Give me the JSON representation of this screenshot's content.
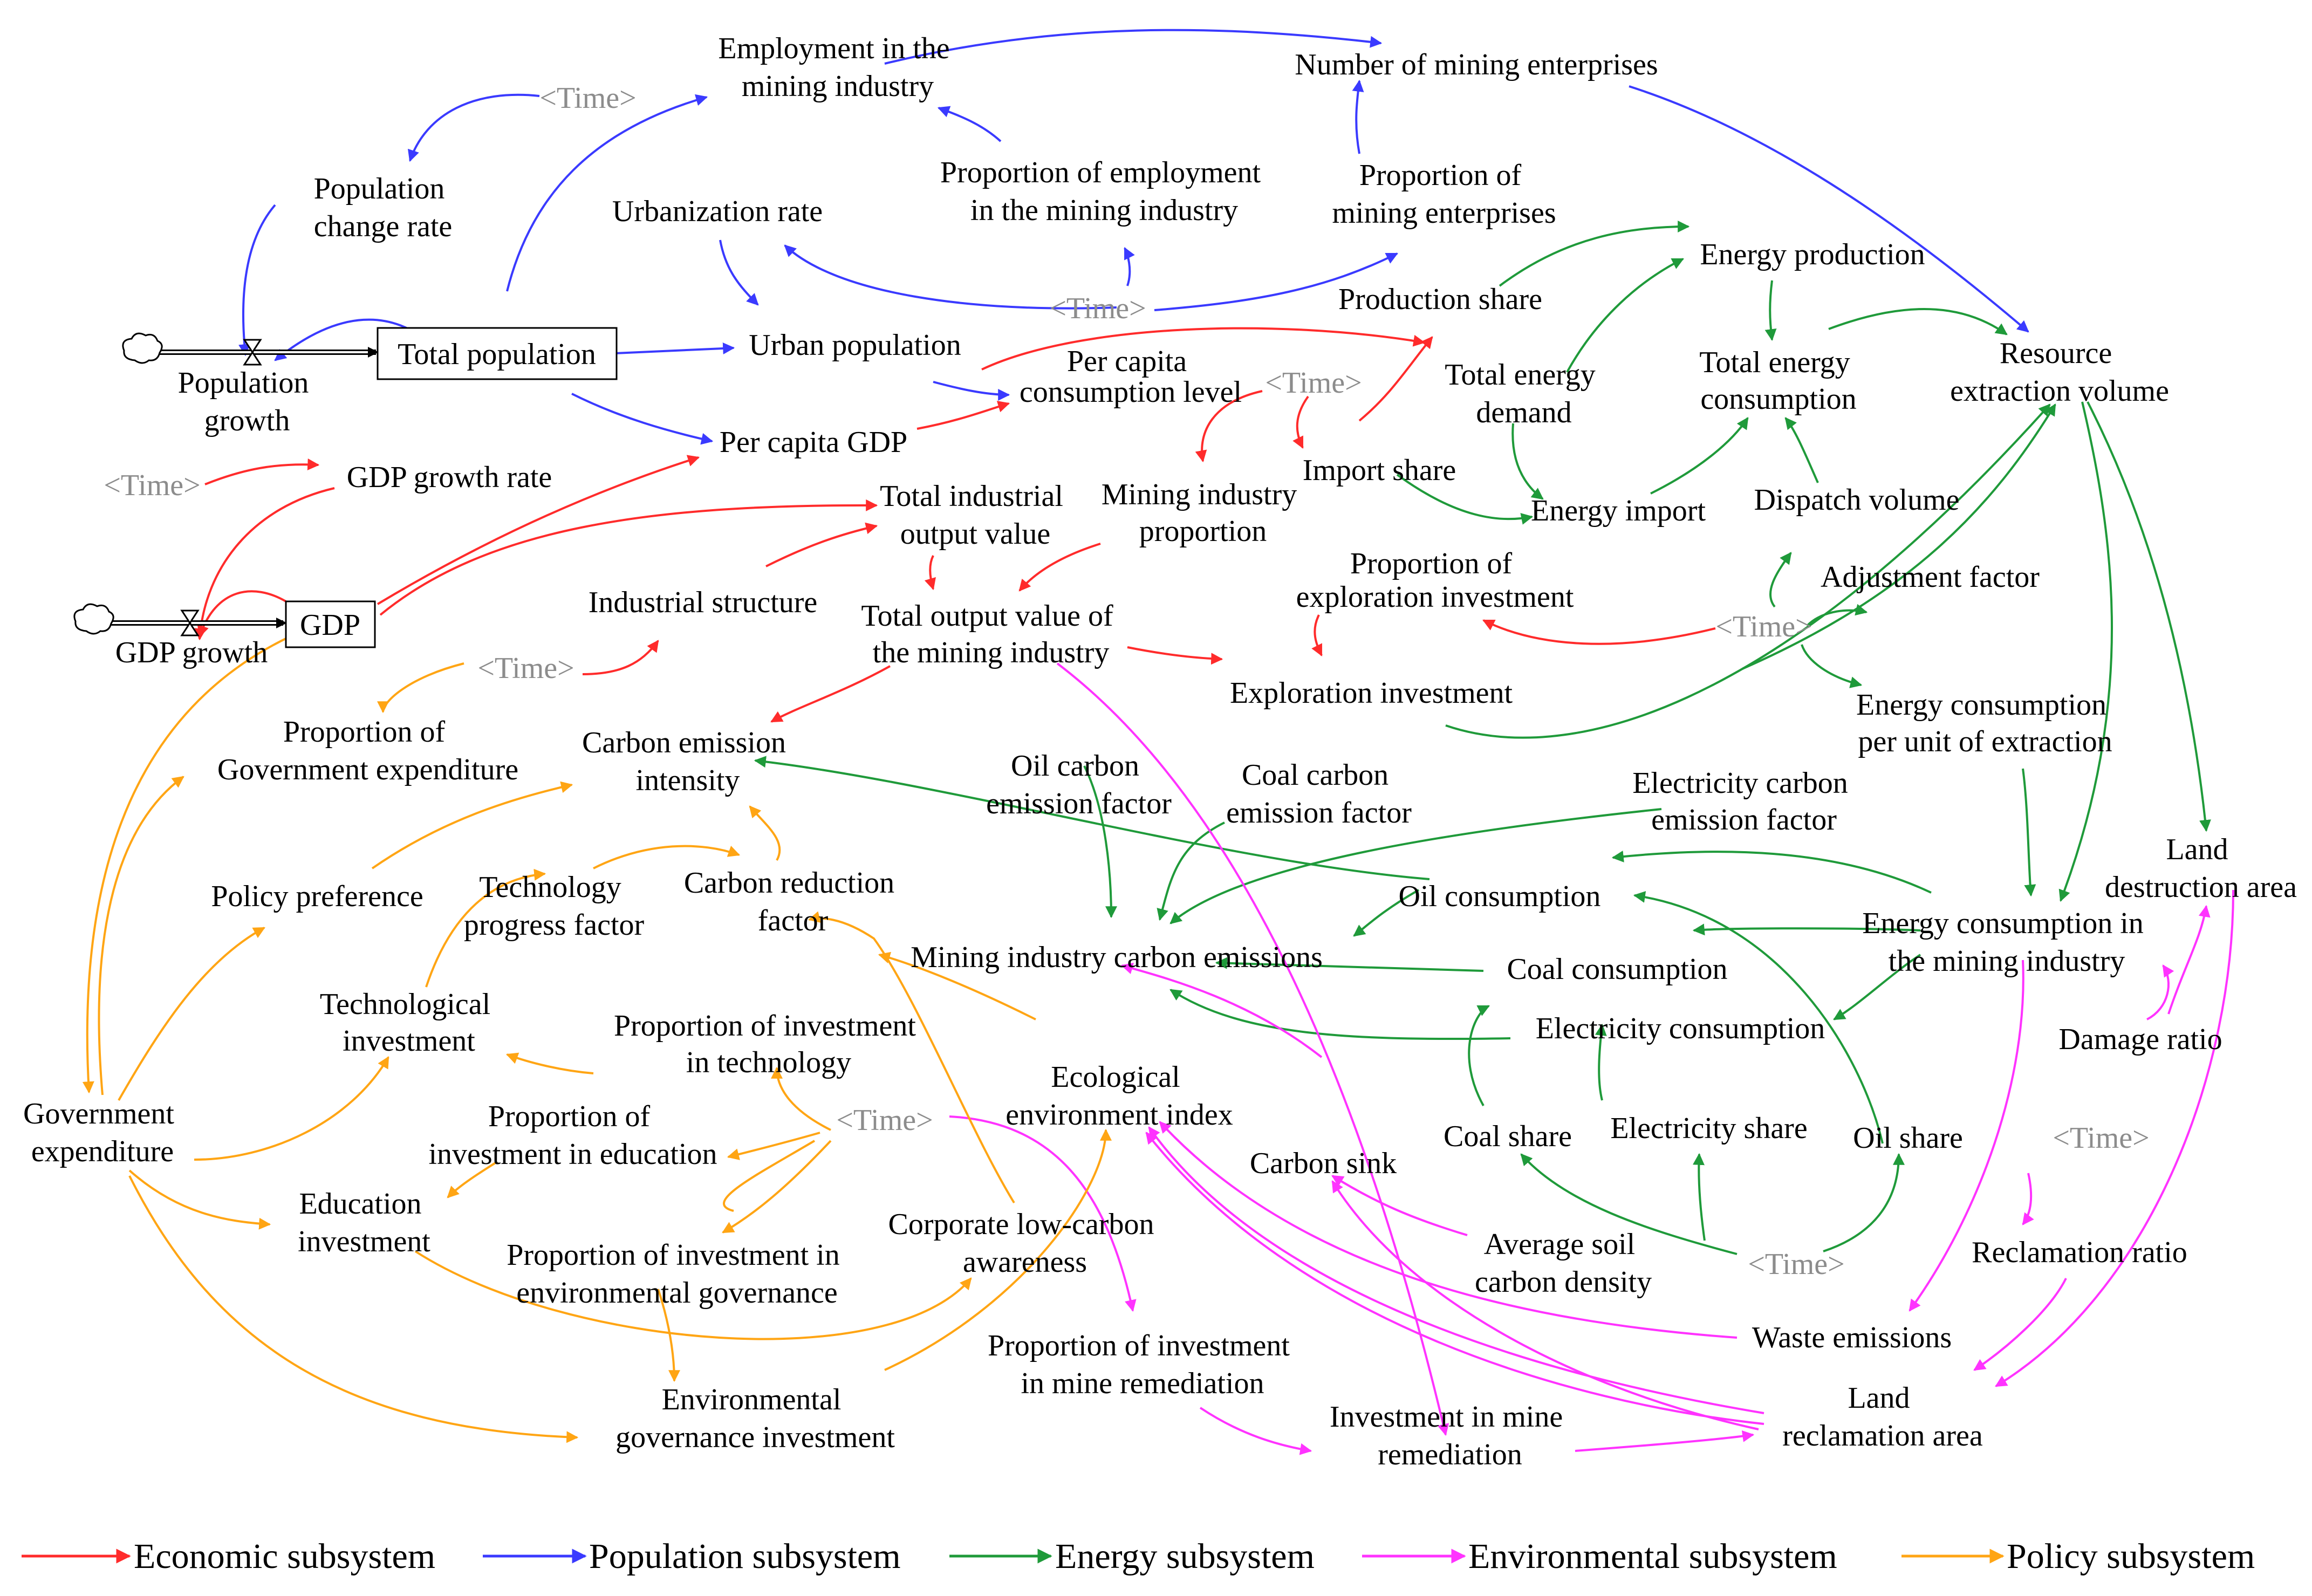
{
  "colors": {
    "economic": "#ff2b2b",
    "population": "#3a3aff",
    "energy": "#1f9a3a",
    "environmental": "#ff33ff",
    "policy": "#ffa514",
    "time_label": "#8c8c8c"
  },
  "stocks": {
    "total_population": "Total population",
    "gdp": "GDP"
  },
  "flows": {
    "population_growth": [
      "Population",
      "growth"
    ],
    "gdp_growth": "GDP growth"
  },
  "time_label": "<Time>",
  "variables": {
    "employment_mining": [
      "Employment in the",
      "mining industry"
    ],
    "number_mining_enterprises": "Number of mining enterprises",
    "population_change_rate": [
      "Population",
      "change rate"
    ],
    "urbanization_rate": "Urbanization rate",
    "prop_employment_mining": [
      "Proportion of employment",
      "in the mining industry"
    ],
    "prop_mining_enterprises": [
      "Proportion of",
      "mining enterprises"
    ],
    "energy_production": "Energy production",
    "production_share": "Production share",
    "urban_population": "Urban population",
    "per_capita_consumption": [
      "Per capita",
      "consumption level"
    ],
    "total_energy_demand": [
      "Total energy",
      "demand"
    ],
    "total_energy_consumption": [
      "Total energy",
      "consumption"
    ],
    "resource_extraction": [
      "Resource",
      "extraction volume"
    ],
    "per_capita_gdp": "Per capita GDP",
    "gdp_growth_rate": "GDP growth rate",
    "import_share": "Import share",
    "mining_industry_proportion": [
      "Mining industry",
      "proportion"
    ],
    "energy_import": "Energy import",
    "dispatch_volume": "Dispatch volume",
    "total_industrial_output": [
      "Total industrial",
      "output value"
    ],
    "prop_exploration_investment": [
      "Proportion of",
      "exploration investment"
    ],
    "adjustment_factor": "Adjustment factor",
    "industrial_structure": "Industrial structure",
    "total_output_mining": [
      "Total output value of",
      "the mining industry"
    ],
    "exploration_investment": "Exploration investment",
    "energy_consumption_per_unit": [
      "Energy consumption",
      "per unit of extraction"
    ],
    "prop_government_expenditure": [
      "Proportion of",
      "Government expenditure"
    ],
    "carbon_emission_intensity": [
      "Carbon emission",
      "intensity"
    ],
    "oil_carbon_factor": [
      "Oil carbon",
      "emission factor"
    ],
    "coal_carbon_factor": [
      "Coal carbon",
      "emission factor"
    ],
    "electricity_carbon_factor": [
      "Electricity carbon",
      "emission factor"
    ],
    "land_destruction_area": [
      "Land",
      "destruction area"
    ],
    "policy_preference": "Policy preference",
    "technology_progress_factor": [
      "Technology",
      "progress factor"
    ],
    "carbon_reduction_factor": [
      "Carbon reduction",
      "factor"
    ],
    "oil_consumption": "Oil consumption",
    "energy_consumption_mining": [
      "Energy consumption in",
      "the mining industry"
    ],
    "mining_carbon_emissions": "Mining industry carbon emissions",
    "coal_consumption": "Coal consumption",
    "technological_investment": [
      "Technological",
      "investment"
    ],
    "electricity_consumption": "Electricity consumption",
    "prop_invest_technology": [
      "Proportion of investment",
      "in technology"
    ],
    "ecological_environment_index": [
      "Ecological",
      "environment index"
    ],
    "damage_ratio": "Damage ratio",
    "government_expenditure": [
      "Government",
      "expenditure"
    ],
    "prop_invest_education": [
      "Proportion of",
      "investment in education"
    ],
    "coal_share": "Coal share",
    "electricity_share": "Electricity share",
    "oil_share": "Oil share",
    "carbon_sink": "Carbon sink",
    "education_investment": [
      "Education",
      "investment"
    ],
    "average_soil_carbon_density": [
      "Average soil",
      "carbon density"
    ],
    "corporate_low_carbon": [
      "Corporate low-carbon",
      "awareness"
    ],
    "prop_invest_environmental": [
      "Proportion of investment in",
      "environmental governance"
    ],
    "reclamation_ratio": "Reclamation ratio",
    "prop_invest_remediation": [
      "Proportion of investment",
      "in mine remediation"
    ],
    "waste_emissions": "Waste emissions",
    "environmental_governance_investment": [
      "Environmental",
      "governance investment"
    ],
    "land_reclamation_area": [
      "Land",
      "reclamation area"
    ],
    "investment_mine_remediation": [
      "Investment in mine",
      "remediation"
    ]
  },
  "legend": [
    {
      "label": "Economic subsystem",
      "color": "#ff2b2b"
    },
    {
      "label": "Population subsystem",
      "color": "#3a3aff"
    },
    {
      "label": "Energy subsystem",
      "color": "#1f9a3a"
    },
    {
      "label": "Environmental subsystem",
      "color": "#ff33ff"
    },
    {
      "label": "Policy subsystem",
      "color": "#ffa514"
    }
  ]
}
